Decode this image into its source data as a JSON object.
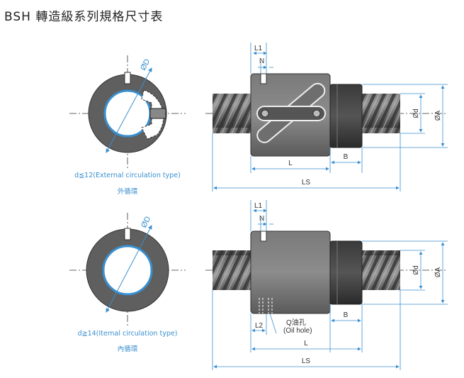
{
  "title": "BSH 轉造級系列規格尺寸表",
  "colors": {
    "accent": "#3a8fcf",
    "body": "#5a5a5a",
    "dark": "#2b2b2b",
    "dim": "#3a8fcf"
  },
  "top": {
    "diameter_label": "ØD",
    "caption": "d≦12(External circulation type)",
    "caption_sub": "外循環",
    "labels": {
      "L1": "L1",
      "N": "N",
      "d": "Ød",
      "A": "ØA",
      "L": "L",
      "B": "B",
      "LS": "LS"
    }
  },
  "bottom": {
    "diameter_label": "ØD",
    "caption": "d≧14(Iternal circulation type)",
    "caption_sub": "內循環",
    "labels": {
      "L1": "L1",
      "N": "N",
      "d": "Ød",
      "A": "ØA",
      "L": "L",
      "L2": "L2",
      "B": "B",
      "LS": "LS",
      "oil_hole": "Q油孔",
      "oil_hole_en": "(Oil hole)"
    }
  }
}
